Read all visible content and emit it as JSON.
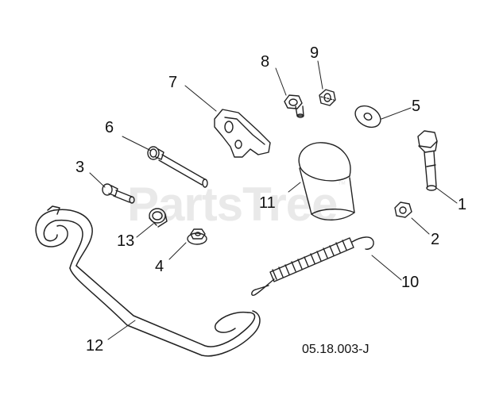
{
  "watermark": {
    "text": "PartsTree",
    "trademark": "™"
  },
  "diagram_number": "05.18.003-J",
  "callouts": [
    "1",
    "2",
    "3",
    "4",
    "5",
    "6",
    "7",
    "8",
    "9",
    "10",
    "11",
    "12",
    "13"
  ],
  "colors": {
    "line": "#222222",
    "watermark": "#e9e9e9",
    "background": "#ffffff"
  }
}
